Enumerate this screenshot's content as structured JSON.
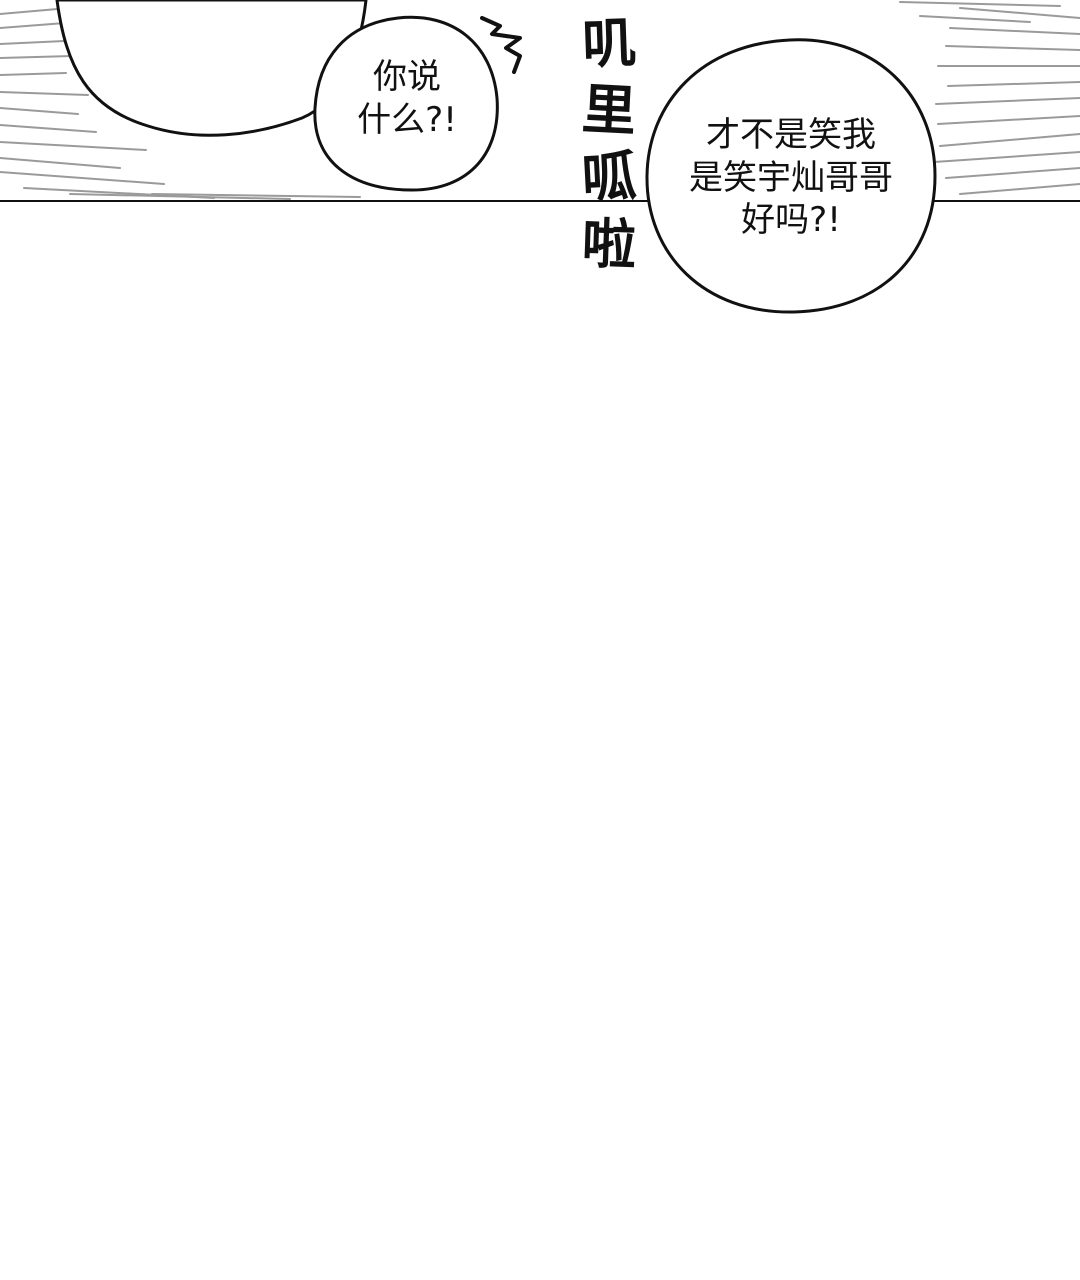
{
  "speech_bubbles": {
    "left": "你说\n什么?!",
    "right": "才不是笑我\n是笑宇灿哥哥\n好吗?!"
  },
  "sound_effect": {
    "chars": [
      "叽",
      "里",
      "呱",
      "啦"
    ]
  },
  "colors": {
    "ink": "#111111",
    "paper": "#ffffff",
    "speed_lines": "#9a9a9a"
  }
}
